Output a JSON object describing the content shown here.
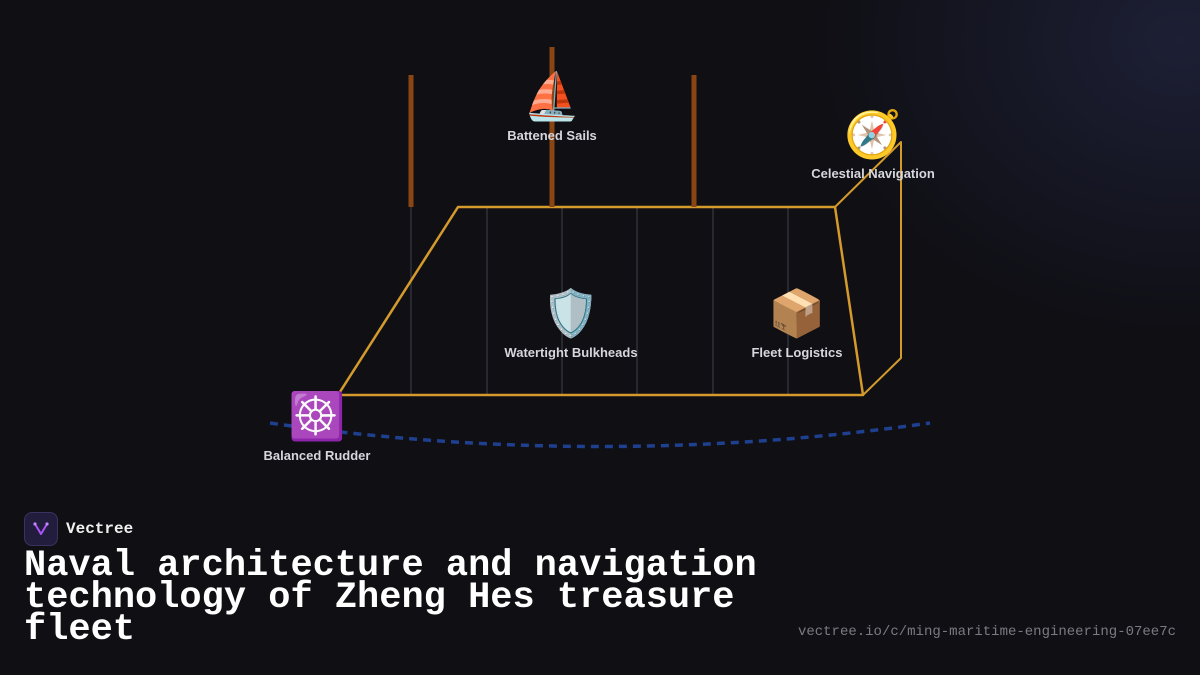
{
  "diagram": {
    "nodes": [
      {
        "id": "battened-sails",
        "icon": "sailboat-icon",
        "glyph": "⛵",
        "label": "Battened Sails"
      },
      {
        "id": "celestial-navigation",
        "icon": "compass-icon",
        "glyph": "🧭",
        "label": "Celestial Navigation"
      },
      {
        "id": "watertight-bulkheads",
        "icon": "shield-icon",
        "glyph": "🛡️",
        "label": "Watertight Bulkheads"
      },
      {
        "id": "fleet-logistics",
        "icon": "package-icon",
        "glyph": "📦",
        "label": "Fleet Logistics"
      },
      {
        "id": "balanced-rudder",
        "icon": "ship-wheel-icon",
        "glyph": "☸️",
        "label": "Balanced Rudder"
      }
    ],
    "colors": {
      "hull": "#d49a2c",
      "mast": "#8b4513",
      "bulkhead": "#3a3a44",
      "wake": "#1f3f8f"
    }
  },
  "brand": {
    "name": "Vectree"
  },
  "title": "Naval architecture and navigation technology of Zheng Hes treasure fleet",
  "url": "vectree.io/c/ming-maritime-engineering-07ee7c"
}
